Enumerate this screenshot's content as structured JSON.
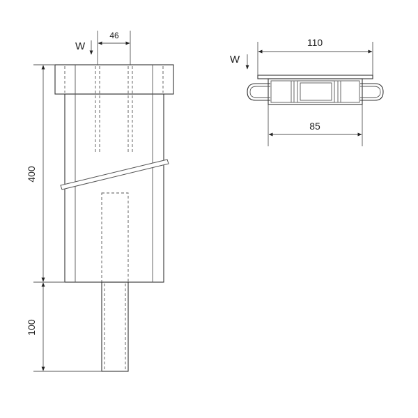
{
  "dimensions": {
    "top_slot_width": "46",
    "body_height": "400",
    "leg_height": "100",
    "top_plate_width": "110",
    "bottom_width": "85"
  },
  "labels": {
    "front_view_w": "W",
    "top_view_w": "W"
  },
  "colors": {
    "line": "#333333",
    "fill": "#ffffff"
  }
}
